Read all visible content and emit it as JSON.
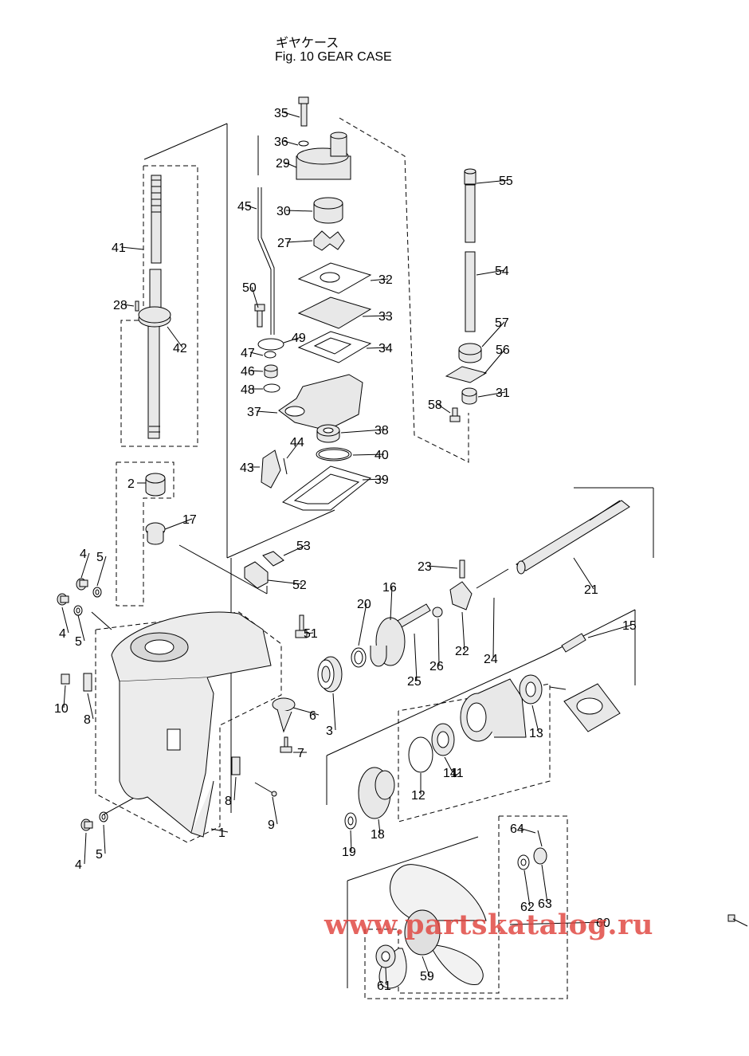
{
  "header": {
    "title_jp": "ギヤケース",
    "title_en": "Fig. 10  GEAR CASE"
  },
  "watermark": "www.partskatalog.ru",
  "colors": {
    "ink": "#000000",
    "watermark": "#e0443e",
    "part_fill": "#e8e8e8"
  },
  "callouts": [
    {
      "num": "1"
    },
    {
      "num": "2"
    },
    {
      "num": "3"
    },
    {
      "num": "4"
    },
    {
      "num": "4"
    },
    {
      "num": "4"
    },
    {
      "num": "5"
    },
    {
      "num": "5"
    },
    {
      "num": "5"
    },
    {
      "num": "6"
    },
    {
      "num": "7"
    },
    {
      "num": "8"
    },
    {
      "num": "8"
    },
    {
      "num": "9"
    },
    {
      "num": "10"
    },
    {
      "num": "11"
    },
    {
      "num": "12"
    },
    {
      "num": "13"
    },
    {
      "num": "14"
    },
    {
      "num": "15"
    },
    {
      "num": "16"
    },
    {
      "num": "17"
    },
    {
      "num": "18"
    },
    {
      "num": "19"
    },
    {
      "num": "20"
    },
    {
      "num": "21"
    },
    {
      "num": "22"
    },
    {
      "num": "23"
    },
    {
      "num": "24"
    },
    {
      "num": "25"
    },
    {
      "num": "26"
    },
    {
      "num": "27"
    },
    {
      "num": "28"
    },
    {
      "num": "29"
    },
    {
      "num": "30"
    },
    {
      "num": "31"
    },
    {
      "num": "32"
    },
    {
      "num": "33"
    },
    {
      "num": "34"
    },
    {
      "num": "35"
    },
    {
      "num": "36"
    },
    {
      "num": "37"
    },
    {
      "num": "38"
    },
    {
      "num": "39"
    },
    {
      "num": "40"
    },
    {
      "num": "41"
    },
    {
      "num": "42"
    },
    {
      "num": "43"
    },
    {
      "num": "44"
    },
    {
      "num": "45"
    },
    {
      "num": "46"
    },
    {
      "num": "47"
    },
    {
      "num": "48"
    },
    {
      "num": "49"
    },
    {
      "num": "50"
    },
    {
      "num": "51"
    },
    {
      "num": "52"
    },
    {
      "num": "53"
    },
    {
      "num": "54"
    },
    {
      "num": "55"
    },
    {
      "num": "56"
    },
    {
      "num": "57"
    },
    {
      "num": "58"
    },
    {
      "num": "59"
    },
    {
      "num": "60"
    },
    {
      "num": "61"
    },
    {
      "num": "62"
    },
    {
      "num": "63"
    },
    {
      "num": "64"
    }
  ]
}
